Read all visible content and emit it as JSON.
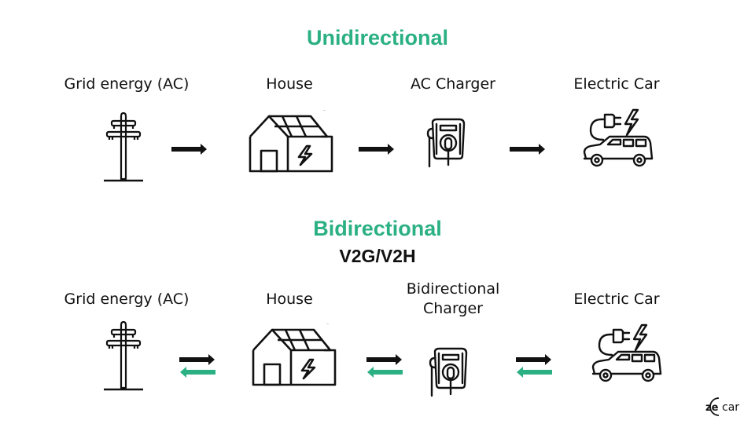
{
  "colors": {
    "accent": "#2bb083",
    "ink": "#111111",
    "background": "#ffffff"
  },
  "unidirectional": {
    "title": "Unidirectional",
    "nodes": [
      {
        "label": "Grid energy (AC)",
        "icon": "power-pole-icon"
      },
      {
        "label": "House",
        "icon": "solar-house-icon"
      },
      {
        "label": "AC Charger",
        "icon": "wall-charger-icon"
      },
      {
        "label": "Electric Car",
        "icon": "electric-car-icon"
      }
    ],
    "arrows": [
      "right",
      "right",
      "right"
    ]
  },
  "bidirectional": {
    "title": "Bidirectional",
    "subtitle": "V2G/V2H",
    "nodes": [
      {
        "label": "Grid energy (AC)",
        "icon": "power-pole-icon"
      },
      {
        "label": "House",
        "icon": "solar-house-icon"
      },
      {
        "label_line1": "Bidirectional",
        "label_line2": "Charger",
        "icon": "wall-charger-icon"
      },
      {
        "label": "Electric Car",
        "icon": "electric-car-icon"
      }
    ],
    "arrows": [
      "both",
      "both",
      "both"
    ]
  },
  "logo": {
    "text_left": "ze",
    "text_right": "car"
  }
}
